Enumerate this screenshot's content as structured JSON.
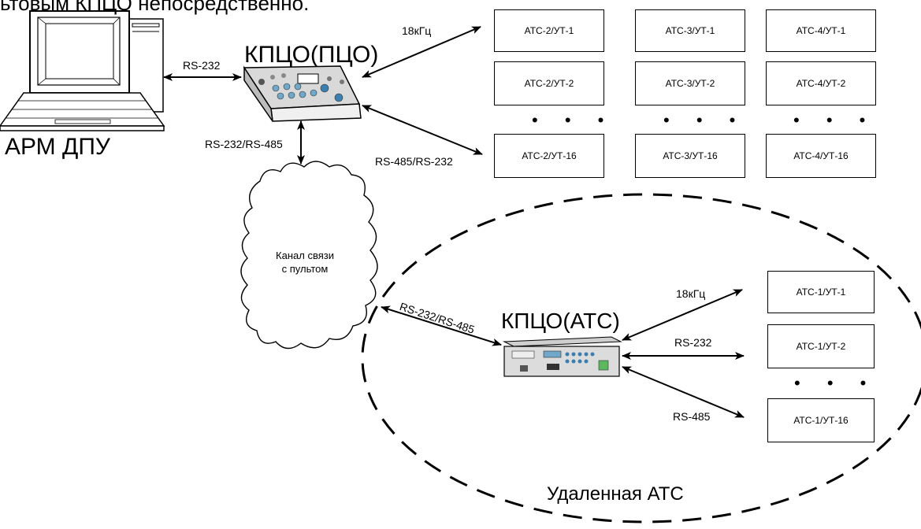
{
  "heading_fragment": "ьтовым КПЦО непосредственно.",
  "workstation": {
    "label": "АРМ ДПУ"
  },
  "kpco_pco": {
    "label": "КПЦО(ПЦО)"
  },
  "kpco_ats": {
    "label": "КПЦО(АТС)"
  },
  "cloud": {
    "line1": "Канал связи",
    "line2": "с пультом"
  },
  "links": {
    "arm_pco": "RS-232",
    "pco_cloud": "RS-232/RS-485",
    "pco_top": "18кГц",
    "pco_bottom": "RS-485/RS-232",
    "cloud_ats": "RS-232/RS-485",
    "ats_top": "18кГц",
    "ats_mid": "RS-232",
    "ats_bottom": "RS-485"
  },
  "remote_area": {
    "label": "Удаленная АТС"
  },
  "grid_boxes": [
    [
      "АТС-2/УТ-1",
      "АТС-3/УТ-1",
      "АТС-4/УТ-1"
    ],
    [
      "АТС-2/УТ-2",
      "АТС-3/УТ-2",
      "АТС-4/УТ-2"
    ],
    [
      "АТС-2/УТ-16",
      "АТС-3/УТ-16",
      "АТС-4/УТ-16"
    ]
  ],
  "remote_boxes": [
    "АТС-1/УТ-1",
    "АТС-1/УТ-2",
    "АТС-1/УТ-16"
  ],
  "ellipsis": "• • •"
}
